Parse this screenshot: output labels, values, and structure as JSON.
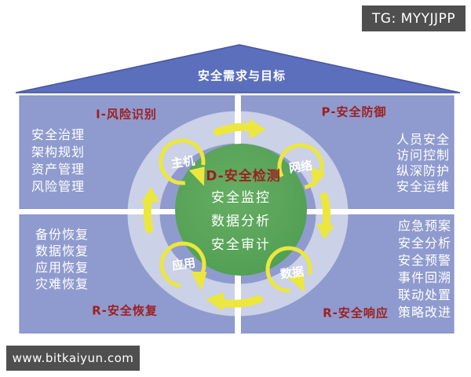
{
  "badges": {
    "tg": "TG: MYYJJPP",
    "site": "www.bitkaiyun.com"
  },
  "roof": {
    "title": "安全需求与目标"
  },
  "center": {
    "title": "D-安全检测",
    "items": [
      "安全监控",
      "数据分析",
      "安全审计"
    ]
  },
  "ring_nodes": {
    "host": "主机",
    "network": "网络",
    "application": "应用",
    "data": "数据"
  },
  "quadrants": {
    "risk": {
      "title": "I-风险识别",
      "items": [
        "安全治理",
        "架构规划",
        "资产管理",
        "风险管理"
      ]
    },
    "defense": {
      "title": "P-安全防御",
      "items": [
        "人员安全",
        "访问控制",
        "纵深防护",
        "安全运维"
      ]
    },
    "recovery": {
      "title": "R-安全恢复",
      "items": [
        "备份恢复",
        "数据恢复",
        "应用恢复",
        "灾难恢复"
      ]
    },
    "response": {
      "title": "R-安全响应",
      "items": [
        "应急预案",
        "安全分析",
        "安全预警",
        "事件回溯",
        "联动处置",
        "策略改进"
      ]
    }
  },
  "colors": {
    "quadrant_blue": "#8f9bce",
    "roof_blue": "#5b6fbc",
    "ring_lavender": "#cbd1e6",
    "center_green": "#58a55b",
    "arrow_yellow": "#ece73e",
    "title_red": "#9e1f1f",
    "text_white": "#ffffff",
    "badge_gray": "#4f4f4f"
  }
}
